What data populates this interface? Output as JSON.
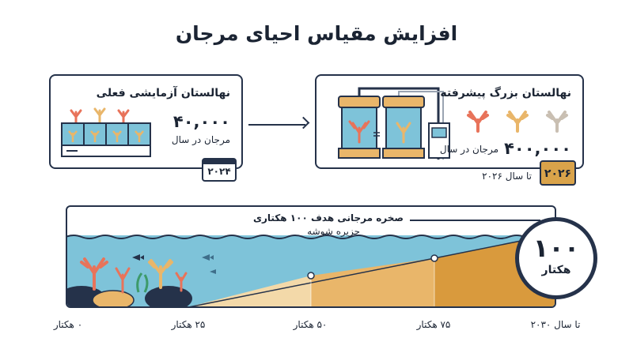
{
  "title": "افزایش مقیاس احیای مرجان",
  "current_nursery": {
    "title": "نهالستان آزمایشی فعلی",
    "value": "۴۰,۰۰۰",
    "unit": "مرجان در سال",
    "year": "۲۰۲۴"
  },
  "advanced_nursery": {
    "title": "نهالستان بزرگ پیشرفته",
    "value": "۴۰۰,۰۰۰",
    "unit": "مرجان در سال",
    "year": "۲۰۲۶",
    "year_note": "تا سال ۲۰۲۶"
  },
  "reef": {
    "target": "صخره مرجانی هدف ۱۰۰ هکتاری",
    "location": "جزیره شوشه",
    "badge_value": "۱۰۰",
    "badge_unit": "هکتار",
    "axis_labels": [
      "۰ هکتار",
      "۲۵ هکتار",
      "۵۰ هکتار",
      "۷۵ هکتار",
      "تا سال ۲۰۳۰"
    ]
  },
  "colors": {
    "navy": "#25324a",
    "water": "#7ec3d9",
    "sand_light": "#f3d9a9",
    "sand_mid": "#e9b66a",
    "sand_dark": "#d99a3d",
    "coral": "#e8735a",
    "badge_gold": "#d9a34a"
  }
}
